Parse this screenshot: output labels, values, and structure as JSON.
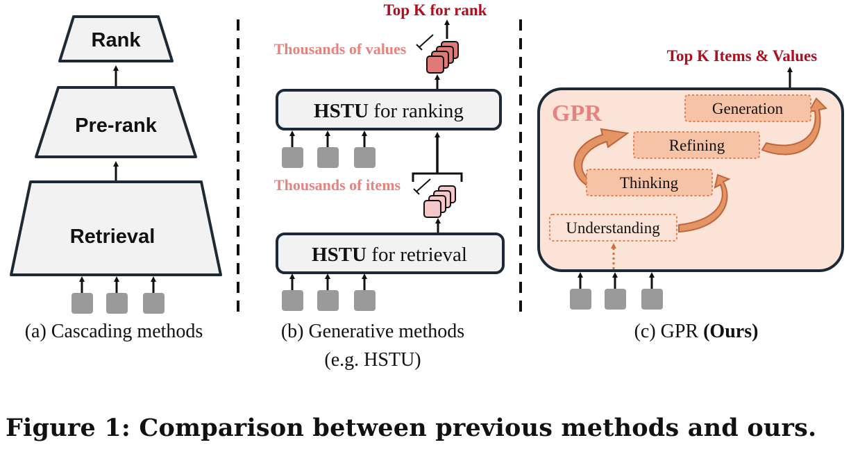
{
  "panel_a": {
    "levels": [
      "Rank",
      "Pre-rank",
      "Retrieval"
    ],
    "caption": "(a) Cascading methods"
  },
  "panel_b": {
    "output_label": "Top K for rank",
    "values_label": "Thousands of values",
    "items_label": "Thousands of items",
    "ranking_box": {
      "bold": "HSTU",
      "rest": " for ranking"
    },
    "retrieval_box": {
      "bold": "HSTU",
      "rest": " for retrieval"
    },
    "caption_line1": "(b) Generative methods",
    "caption_line2": "(e.g. HSTU)"
  },
  "panel_c": {
    "output_label": "Top K Items & Values",
    "title": "GPR",
    "stages": [
      "Generation",
      "Refining",
      "Thinking",
      "Understanding"
    ],
    "caption_prefix": "(c) GPR ",
    "caption_bold": "(Ours)"
  },
  "figure_caption": "Figure 1: Comparison between previous methods and ours.",
  "colors": {
    "dark_red": "#b00d1e",
    "salmon": "#e5837e",
    "gpr_fill": "#fbe3d8",
    "stage_fill": "#f6c3a6",
    "stage_border": "#e2814d",
    "arrow_fill": "#e49566",
    "arrow_stroke": "#c0643a",
    "input_gray": "#9a9a9a",
    "box_fill": "#f2f2f2"
  }
}
